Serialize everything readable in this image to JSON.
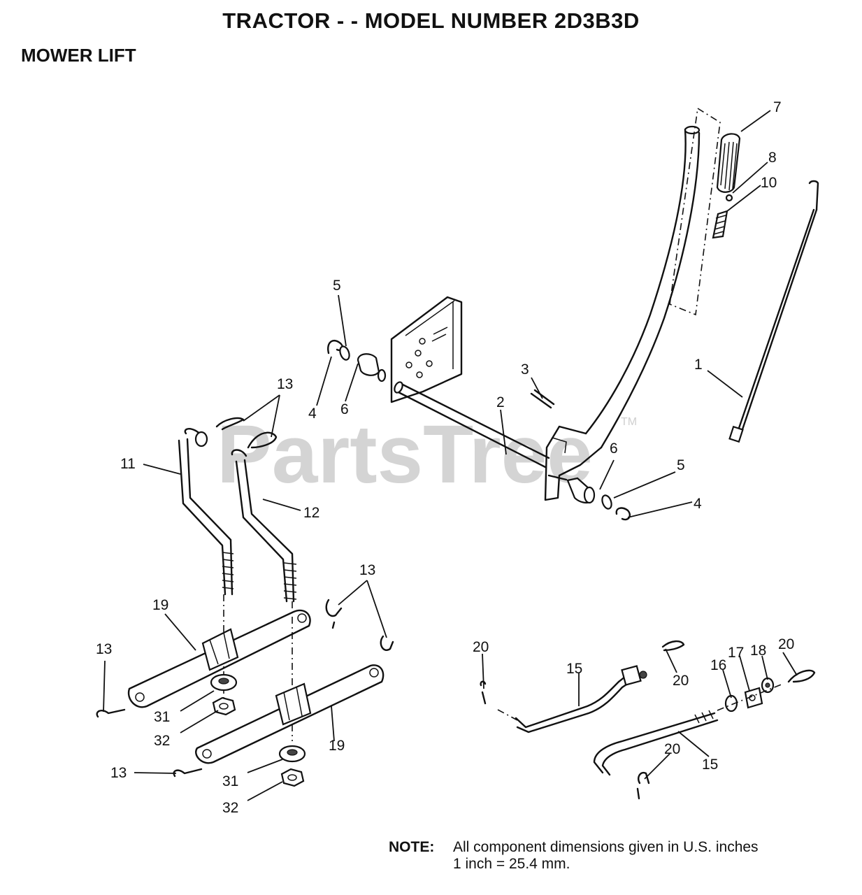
{
  "header": {
    "title": "TRACTOR - - MODEL NUMBER 2D3B3D",
    "section": "MOWER LIFT"
  },
  "watermark": {
    "text": "PartsTree",
    "trademark": "TM"
  },
  "callouts": {
    "c7": "7",
    "c8": "8",
    "c10": "10",
    "c1": "1",
    "c5a": "5",
    "c4a": "4",
    "c6a": "6",
    "c3": "3",
    "c2": "2",
    "c13a": "13",
    "c11": "11",
    "c12": "12",
    "c6b": "6",
    "c5b": "5",
    "c4b": "4",
    "c13b": "13",
    "c19a": "19",
    "c13c": "13",
    "c31a": "31",
    "c32a": "32",
    "c19b": "19",
    "c13d": "13",
    "c31b": "31",
    "c32b": "32",
    "c20a": "20",
    "c15a": "15",
    "c20b": "20",
    "c16": "16",
    "c17": "17",
    "c18": "18",
    "c20c": "20",
    "c20d": "20",
    "c15b": "15"
  },
  "note": {
    "label": "NOTE:",
    "line1": "All component dimensions given in U.S. inches",
    "line2": "1 inch = 25.4 mm."
  }
}
